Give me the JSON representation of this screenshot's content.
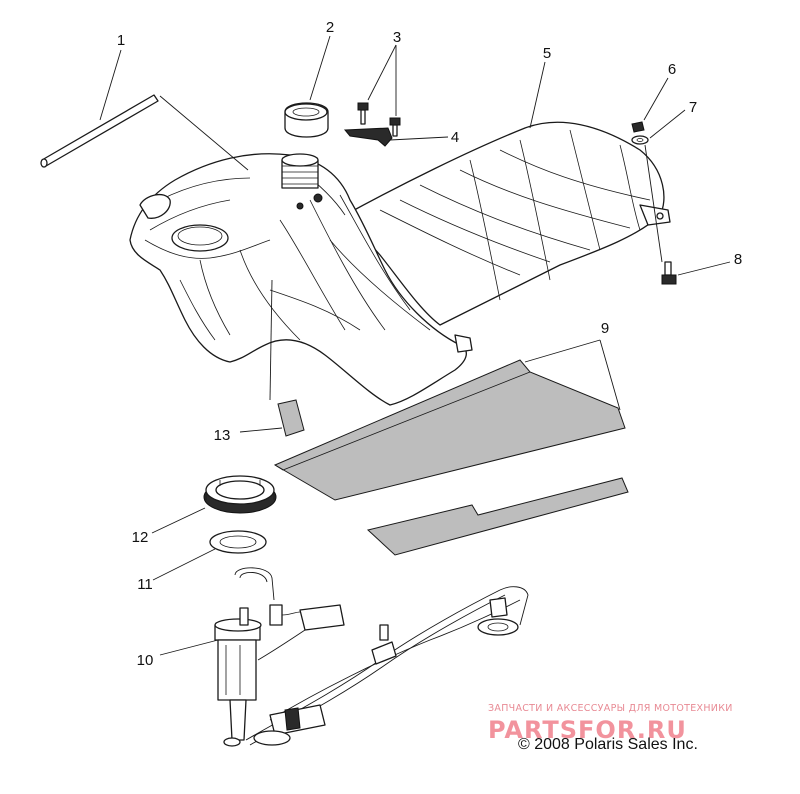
{
  "callouts": [
    "1",
    "2",
    "3",
    "4",
    "5",
    "6",
    "7",
    "8",
    "9",
    "10",
    "11",
    "12",
    "13"
  ],
  "copyright": "© 2008 Polaris Sales Inc.",
  "watermark": {
    "tagline": "ЗАПЧАСТИ И АКСЕССУАРЫ ДЛЯ МОТОТЕХНИКИ",
    "brand": "PARTSFOR.RU"
  }
}
